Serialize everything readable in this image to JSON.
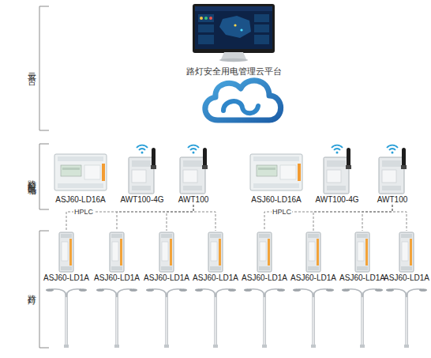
{
  "diagram": {
    "nodes": [
      {
        "text": [
          "路灯安全用电管理云平台"
        ]
      },
      {
        "text": [
          "ASJ60-LD16A"
        ]
      },
      {
        "text": [
          "AWT100-4G"
        ]
      },
      {
        "text": [
          "AWT100"
        ]
      },
      {
        "text": [
          "ASJ60-LD16A"
        ]
      },
      {
        "text": [
          "AWT100-4G"
        ]
      },
      {
        "text": [
          "AWT100"
        ]
      },
      {
        "text": [
          "ASJ60-LD1A"
        ]
      },
      {
        "text": [
          "ASJ60-LD1A"
        ]
      },
      {
        "text": [
          "ASJ60-LD1A"
        ]
      },
      {
        "text": [
          "ASJ60-LD1A"
        ]
      },
      {
        "text": [
          "ASJ60-LD1A"
        ]
      },
      {
        "text": [
          "ASJ60-LD1A"
        ]
      },
      {
        "text": [
          "ASJ60-LD1A"
        ]
      },
      {
        "text": [
          "ASJ60-LD1A"
        ]
      }
    ],
    "edges": [
      {
        "from": 3,
        "to": 7,
        "arrow": "none",
        "label": "HPLC"
      },
      {
        "from": 3,
        "to": 8,
        "arrow": "none"
      },
      {
        "from": 3,
        "to": 9,
        "arrow": "none"
      },
      {
        "from": 3,
        "to": 10,
        "arrow": "none"
      },
      {
        "from": 6,
        "to": 11,
        "arrow": "none",
        "label": "HPLC"
      },
      {
        "from": 6,
        "to": 12,
        "arrow": "none"
      },
      {
        "from": 6,
        "to": 13,
        "arrow": "none"
      },
      {
        "from": 6,
        "to": 14,
        "arrow": "none"
      }
    ],
    "labels": [
      "云平台",
      "路灯配电箱",
      "路灯"
    ]
  }
}
